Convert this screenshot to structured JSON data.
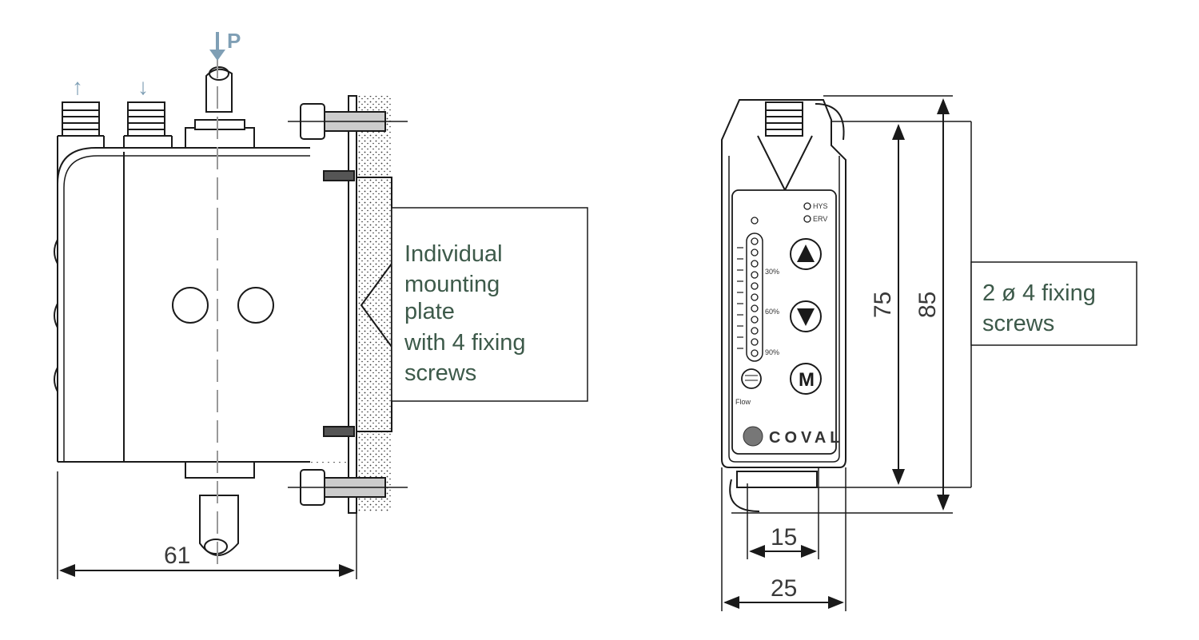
{
  "side_view": {
    "port_up_symbol": "↑",
    "port_down_symbol": "↓",
    "pressure_label": "P",
    "width_dim": "61",
    "callout_lines": [
      "Individual",
      "mounting",
      "plate",
      "with 4 fixing",
      "screws"
    ]
  },
  "front_view": {
    "led_labels": [
      "HYS",
      "ERV"
    ],
    "scale_labels": [
      "30%",
      "60%",
      "90%"
    ],
    "flow_label": "Flow",
    "brand": "COVAL",
    "buttons": [
      "up",
      "down",
      "M"
    ],
    "dims": {
      "inner_width": "15",
      "outer_width": "25",
      "inner_height": "75",
      "outer_height": "85"
    },
    "callout_lines": [
      "2 ø 4 fixing",
      "screws"
    ]
  },
  "colors": {
    "line": "#1a1a1a",
    "arrow": "#7f9fb5",
    "text": "#3a3a3a",
    "callout_text": "#3d5a4a"
  }
}
